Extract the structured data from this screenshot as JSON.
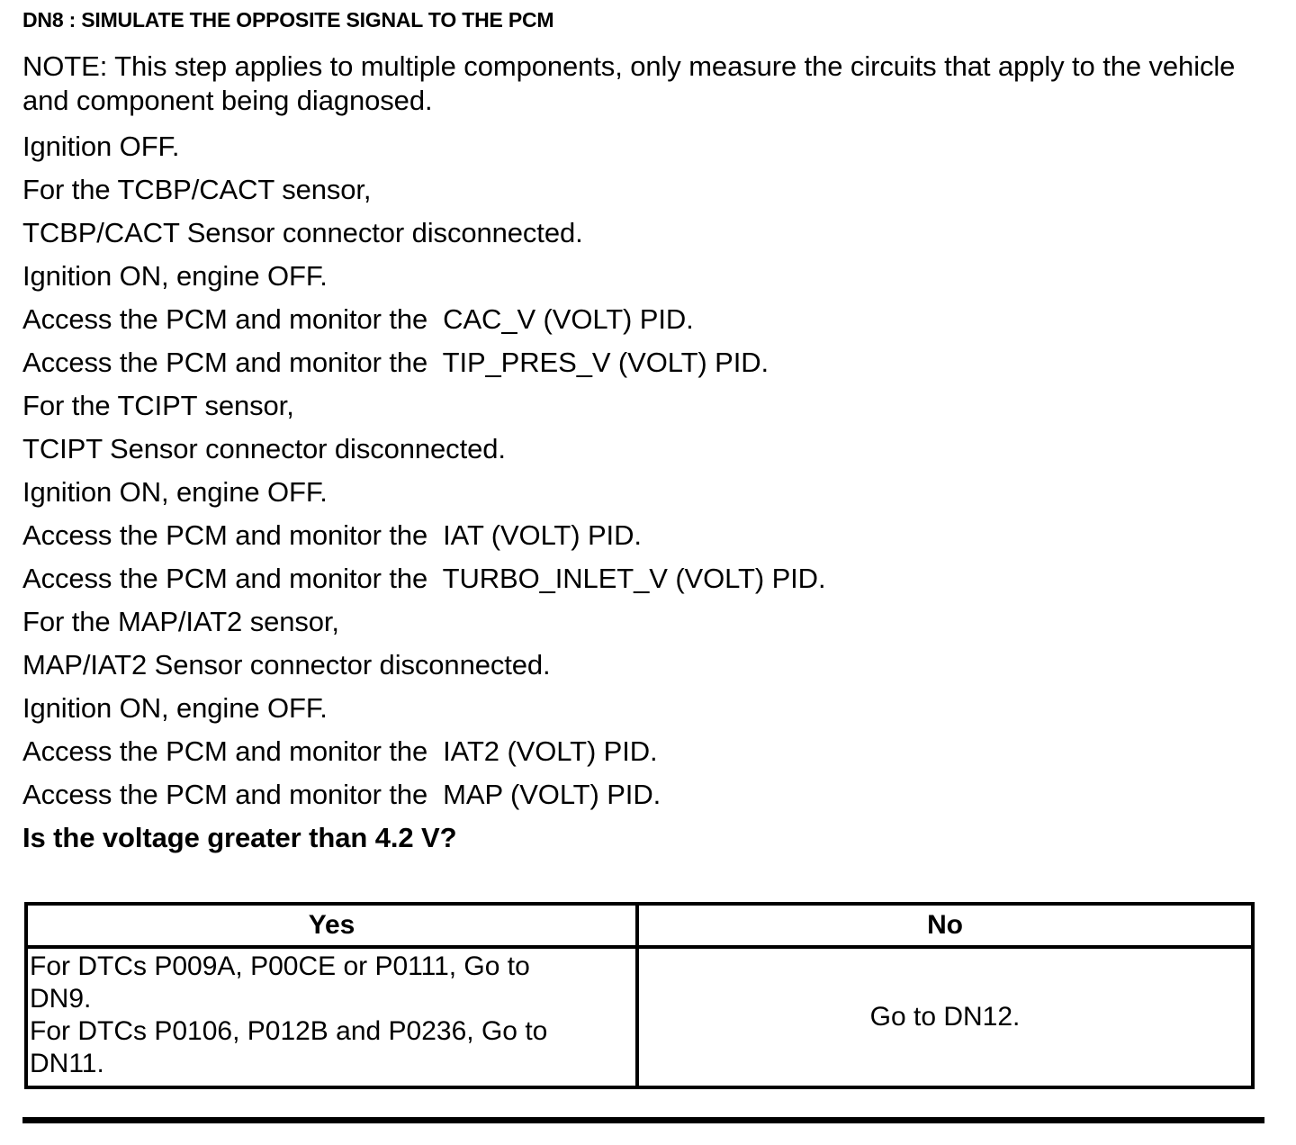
{
  "document": {
    "step_id": "DN8",
    "title": "DN8 : SIMULATE THE OPPOSITE SIGNAL TO THE PCM",
    "note": "NOTE: This step applies to multiple components, only measure the circuits that apply to the vehicle and component being diagnosed.",
    "steps": [
      "Ignition OFF.",
      "For the TCBP/CACT sensor,",
      "TCBP/CACT Sensor connector disconnected.",
      "Ignition ON, engine OFF.",
      "Access the PCM and monitor the  CAC_V (VOLT) PID.",
      "Access the PCM and monitor the  TIP_PRES_V (VOLT) PID.",
      "For the TCIPT sensor,",
      "TCIPT Sensor connector disconnected.",
      "Ignition ON, engine OFF.",
      "Access the PCM and monitor the  IAT (VOLT) PID.",
      "Access the PCM and monitor the  TURBO_INLET_V (VOLT) PID.",
      "For the MAP/IAT2 sensor,",
      "MAP/IAT2 Sensor connector disconnected.",
      "Ignition ON, engine OFF.",
      "Access the PCM and monitor the  IAT2 (VOLT) PID.",
      "Access the PCM and monitor the  MAP (VOLT) PID."
    ],
    "question": "Is the voltage greater than 4.2 V?"
  },
  "decision_table": {
    "headers": {
      "yes": "Yes",
      "no": "No"
    },
    "yes_lines": [
      "For DTCs P009A, P00CE or P0111, Go to",
      "DN9.",
      "For DTCs P0106, P012B and P0236, Go to",
      "DN11."
    ],
    "no_text": "Go to DN12."
  },
  "colors": {
    "text": "#000000",
    "background": "#ffffff",
    "rule": "#000000"
  }
}
